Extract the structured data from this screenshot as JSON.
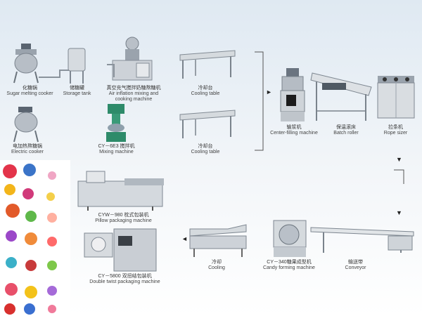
{
  "machines": {
    "sugar_melting": {
      "zh": "化糖锅",
      "en": "Sugar melting cooker"
    },
    "storage_tank": {
      "zh": "储糖罐",
      "en": "Storage tank"
    },
    "air_inflation": {
      "zh": "真空充气搅拌奶糖熬糖机",
      "en1": "Air inflation mixing and",
      "en2": "cooking machine"
    },
    "cooling_table_1": {
      "zh": "冷却台",
      "en": "Cooling table"
    },
    "electric_cooker": {
      "zh": "电加热熬糖锅",
      "en": "Electric cooker"
    },
    "mixing": {
      "zh": "CY－6E3 搅拌机",
      "en": "Mixing machine"
    },
    "cooling_table_2": {
      "zh": "冷却台",
      "en": "Cooling table"
    },
    "center_filling": {
      "zh": "输浆机",
      "en": "Center-filling machine"
    },
    "batch_roller": {
      "zh": "保温滚床",
      "en": "Batch roller"
    },
    "rope_sizer": {
      "zh": "拉条机",
      "en": "Rope sizer"
    },
    "pillow_packaging": {
      "zh": "CYW－980 枕式包装机",
      "en": "Pillow packaging machine"
    },
    "double_twist": {
      "zh": "CY－5800 双扭结包装机",
      "en": "Double twist packaging machine"
    },
    "cooling": {
      "zh": "冷却",
      "en": "Cooling"
    },
    "candy_forming": {
      "zh": "CY－340糖果成型机",
      "en": "Candy forming machine"
    },
    "conveyor": {
      "zh": "输送带",
      "en": "Conveyor"
    }
  },
  "colors": {
    "machine": "#c9ced4",
    "accent": "#5b6b7a",
    "green": "#2e8b6a",
    "arrow": "#222222"
  },
  "icons": [
    "arrow-right-icon",
    "arrow-down-icon",
    "arrow-left-icon"
  ]
}
